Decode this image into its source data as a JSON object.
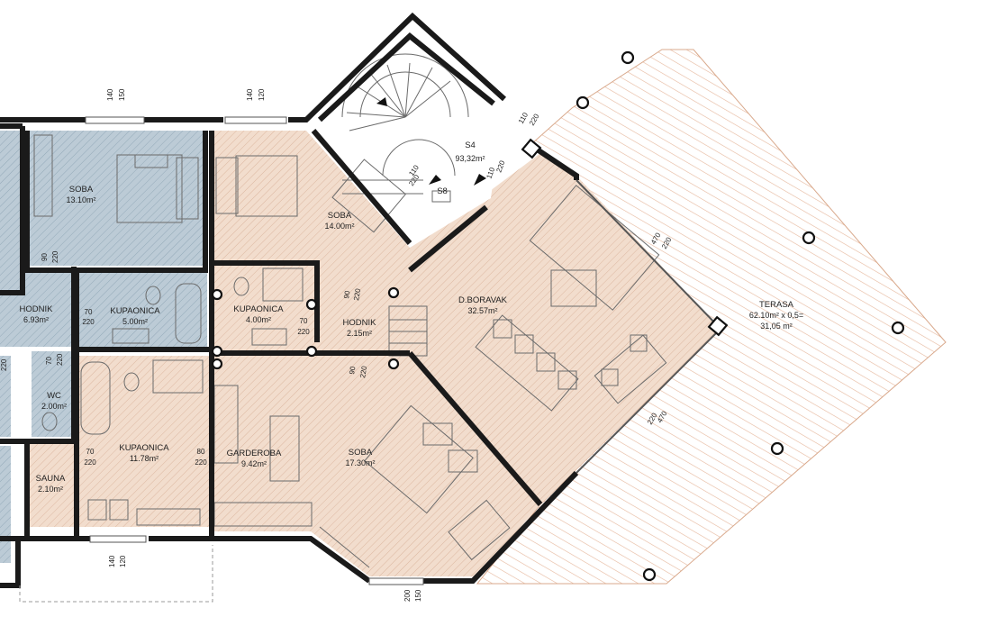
{
  "colors": {
    "warm_zone": "#f0d9c8",
    "cool_zone": "#b9cad5",
    "terrace_hatch": "#e8b79c",
    "wall": "#1a1a1a"
  },
  "rooms": {
    "soba_left": {
      "name": "SOBA",
      "area": "13.10m²"
    },
    "hodnik_left": {
      "name": "HODNIK",
      "area": "6.93m²"
    },
    "kupaonica_a": {
      "name": "KUPAONICA",
      "area": "5.00m²"
    },
    "wc": {
      "name": "WC",
      "area": "2.00m²"
    },
    "kupaonica_b": {
      "name": "KUPAONICA",
      "area": "11.78m²"
    },
    "sauna": {
      "name": "SAUNA",
      "area": "2.10m²"
    },
    "garderoba": {
      "name": "GARDEROBA",
      "area": "9.42m²"
    },
    "kupaonica_c": {
      "name": "KUPAONICA",
      "area": "4.00m²"
    },
    "soba_top": {
      "name": "SOBA",
      "area": "14.00m²"
    },
    "hodnik_mid": {
      "name": "HODNIK",
      "area": "2.15m²"
    },
    "soba_bottom": {
      "name": "SOBA",
      "area": "17.30m²"
    },
    "dnevni": {
      "name": "D.BORAVAK",
      "area": "32.57m²"
    },
    "terasa": {
      "name": "TERASA",
      "line2": "62.10m² x 0,5=",
      "line3": "31,05 m²"
    },
    "stair": {
      "name": "S4",
      "area": "93,32m²",
      "tag": "S8"
    }
  },
  "dims": {
    "d1": [
      "140",
      "150"
    ],
    "d2": [
      "140",
      "120"
    ],
    "d3": [
      "110",
      "220"
    ],
    "d4": [
      "110",
      "220"
    ],
    "d5": [
      "110",
      "220"
    ],
    "d6": [
      "470",
      "220"
    ],
    "d7": [
      "470",
      "220"
    ],
    "d8": [
      "90",
      "220"
    ],
    "d9": [
      "70",
      "220"
    ],
    "d10": [
      "90",
      "220"
    ],
    "d11": [
      "70",
      "220"
    ],
    "d12": [
      "90",
      "220"
    ],
    "d13": [
      "70",
      "220"
    ],
    "d14": [
      "70",
      "220"
    ],
    "d15": [
      "80",
      "220"
    ],
    "d16": [
      "140",
      "120"
    ],
    "d17": [
      "200",
      "150"
    ],
    "d18": [
      "220"
    ]
  }
}
